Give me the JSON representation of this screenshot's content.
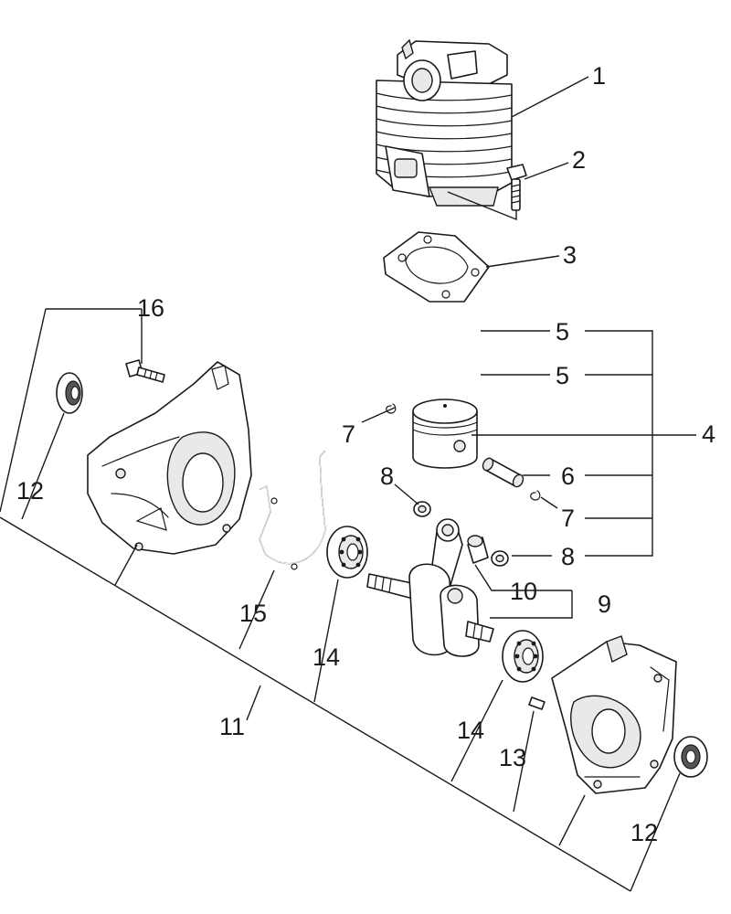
{
  "callouts": {
    "c1": "1",
    "c2": "2",
    "c3": "3",
    "c4": "4",
    "c5a": "5",
    "c5b": "5",
    "c6": "6",
    "c7a": "7",
    "c7b": "7",
    "c8a": "8",
    "c8b": "8",
    "c9": "9",
    "c10": "10",
    "c11": "11",
    "c12a": "12",
    "c12b": "12",
    "c13": "13",
    "c14a": "14",
    "c14b": "14",
    "c15": "15",
    "c16": "16"
  }
}
